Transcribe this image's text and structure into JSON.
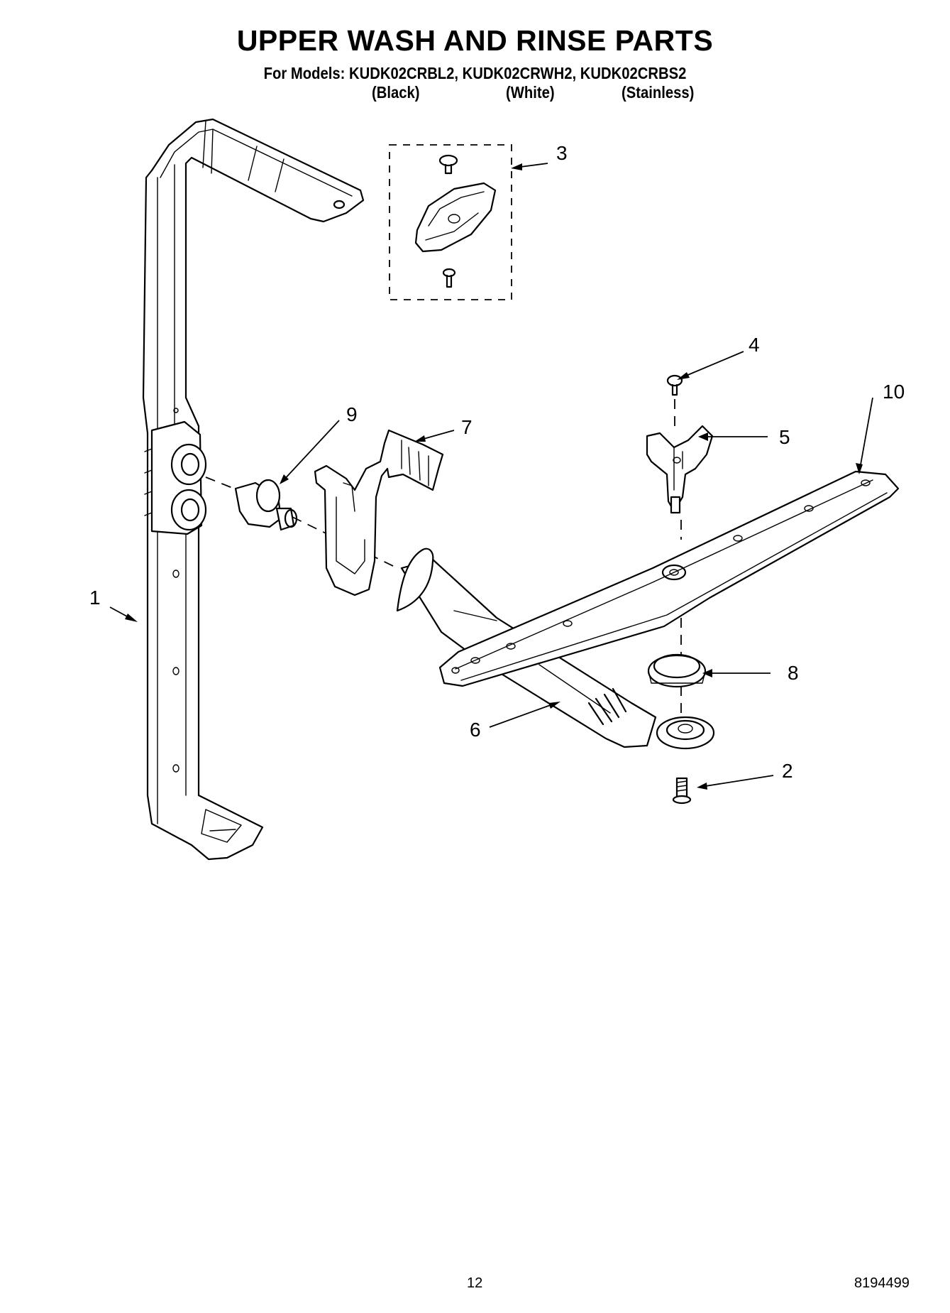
{
  "header": {
    "title": "UPPER WASH AND RINSE PARTS",
    "models_line": "For Models: KUDK02CRBL2, KUDK02CRWH2, KUDK02CRBS2",
    "variants": [
      "(Black)",
      "(White)",
      "(Stainless)"
    ]
  },
  "callouts": [
    {
      "id": "1",
      "label": "1"
    },
    {
      "id": "2",
      "label": "2"
    },
    {
      "id": "3",
      "label": "3"
    },
    {
      "id": "4",
      "label": "4"
    },
    {
      "id": "5",
      "label": "5"
    },
    {
      "id": "6",
      "label": "6"
    },
    {
      "id": "7",
      "label": "7"
    },
    {
      "id": "8",
      "label": "8"
    },
    {
      "id": "9",
      "label": "9"
    },
    {
      "id": "10",
      "label": "10"
    }
  ],
  "footer": {
    "page_number": "12",
    "doc_number": "8194499"
  }
}
